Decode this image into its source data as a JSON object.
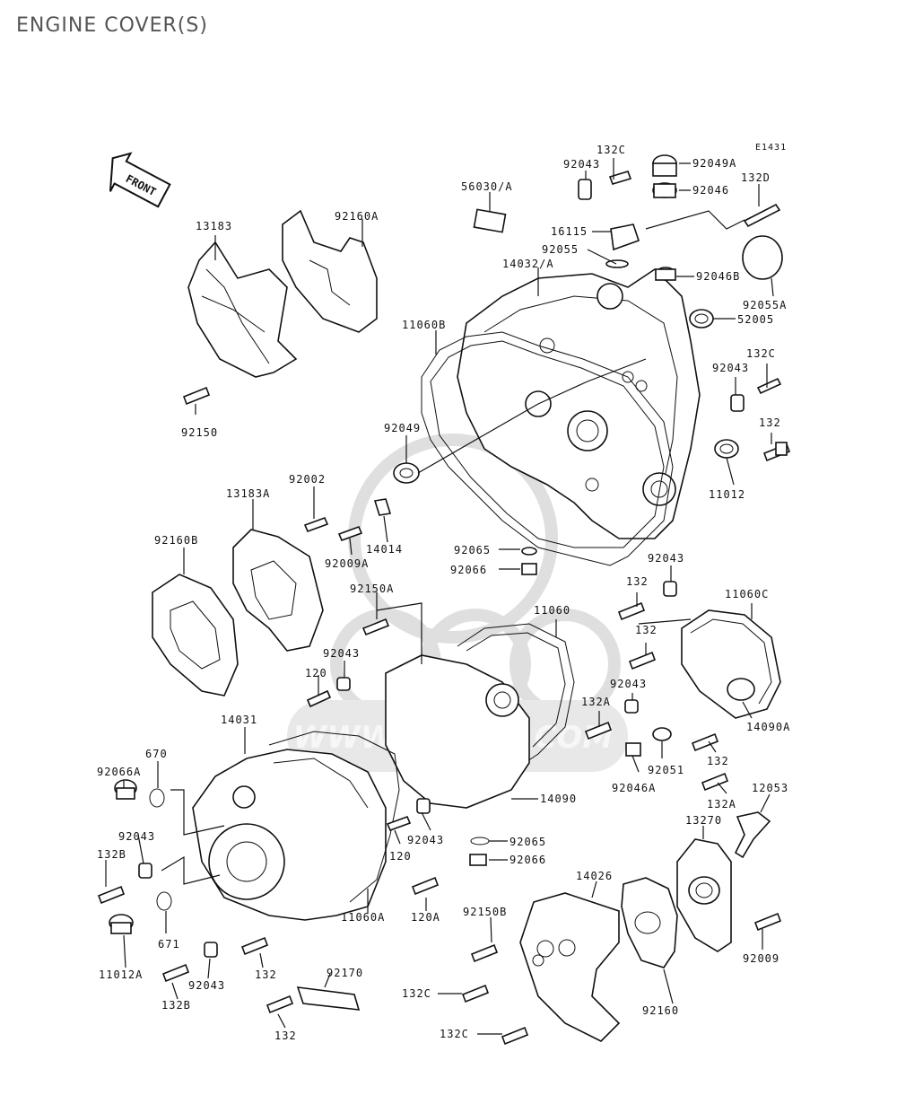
{
  "page": {
    "title": "ENGINE COVER(S)"
  },
  "diagram": {
    "code": "E1431",
    "front_arrow_label": "FRONT",
    "watermark_text": "WWW.CMSNL.COM",
    "labels": {
      "p13183": "13183",
      "p92160A": "92160A",
      "p92150": "92150",
      "p56030A": "56030/A",
      "p132C_top": "132C",
      "p92043_top": "92043",
      "p92049A": "92049A",
      "p92046": "92046",
      "p132D": "132D",
      "p16115": "16115",
      "p92055": "92055",
      "p14032A": "14032/A",
      "p92046B": "92046B",
      "p92055A": "92055A",
      "p52005": "52005",
      "p11060B": "11060B",
      "p132C_r": "132C",
      "p92043_r": "92043",
      "p132_r": "132",
      "p92049": "92049",
      "p11012": "11012",
      "p92002": "92002",
      "p13183A": "13183A",
      "p92160B": "92160B",
      "p14014": "14014",
      "p92009A": "92009A",
      "p92065_top": "92065",
      "p92066_top": "92066",
      "p92150A": "92150A",
      "p92043_m": "92043",
      "p132_m1": "132",
      "p11060C": "11060C",
      "p132_m2": "132",
      "p11060": "11060",
      "p92043_c": "92043",
      "p120_m": "120",
      "p92043_mr": "92043",
      "p132A_m": "132A",
      "p14090A": "14090A",
      "p14031": "14031",
      "p670": "670",
      "p92066A": "92066A",
      "p92051": "92051",
      "p132_mr": "132",
      "p92046A": "92046A",
      "p132A_r": "132A",
      "p12053": "12053",
      "p14090": "14090",
      "p92043_l": "92043",
      "p120_l": "120",
      "p92043_b": "92043",
      "p92065_b": "92065",
      "p92066_b": "92066",
      "p132B_1": "132B",
      "p13270": "13270",
      "p14026": "14026",
      "p120A": "120A",
      "p11060A": "11060A",
      "p671": "671",
      "p92150B": "92150B",
      "p11012A": "11012A",
      "p92043_bl": "92043",
      "p132_b1": "132",
      "p92009": "92009",
      "p132B_2": "132B",
      "p92170": "92170",
      "p132C_b1": "132C",
      "p92160": "92160",
      "p132_b2": "132",
      "p132C_b2": "132C"
    }
  }
}
